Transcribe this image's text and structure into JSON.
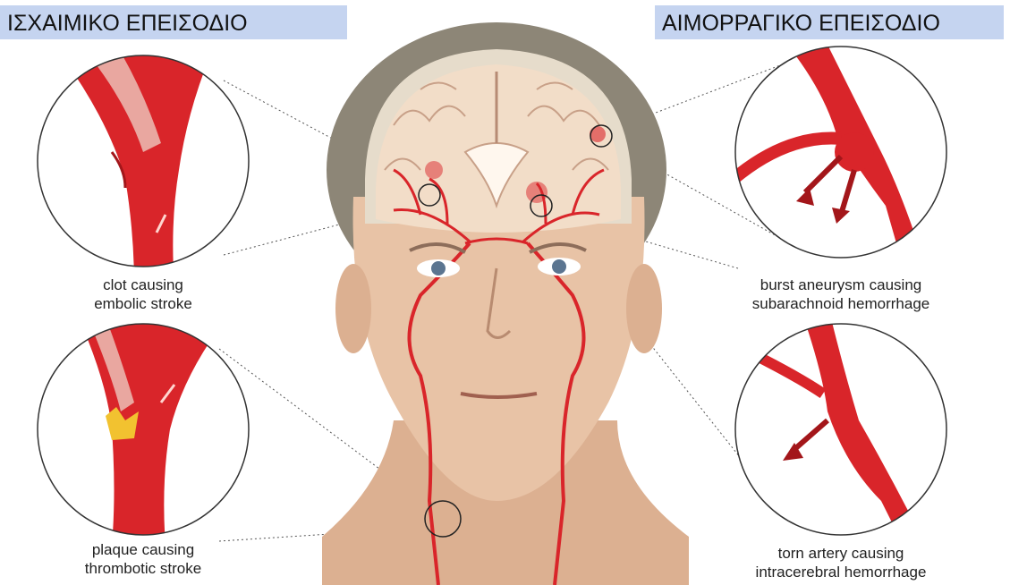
{
  "headers": {
    "ischemic": "ΙΣΧΑΙΜΙΚΟ ΕΠΕΙΣΟΔΙΟ",
    "hemorrhagic": "ΑΙΜΟΡΡΑΓΙΚΟ ΕΠΕΙΣΟΔΙΟ"
  },
  "captions": {
    "embolic": {
      "line1": "clot causing",
      "line2": "embolic stroke"
    },
    "thrombotic": {
      "line1": "plaque causing",
      "line2": "thrombotic stroke"
    },
    "subarachnoid": {
      "line1": "burst aneurysm causing",
      "line2": "subarachnoid hemorrhage"
    },
    "intracerebral": {
      "line1": "torn artery causing",
      "line2": "intracerebral hemorrhage"
    }
  },
  "colors": {
    "banner": "#c5d4f0",
    "artery": "#d9252a",
    "artery_dark": "#a3161a",
    "plaque": "#f2c230",
    "skin": "#e8c3a6",
    "hair": "#8d8677",
    "brain": "#f2ddc8"
  }
}
